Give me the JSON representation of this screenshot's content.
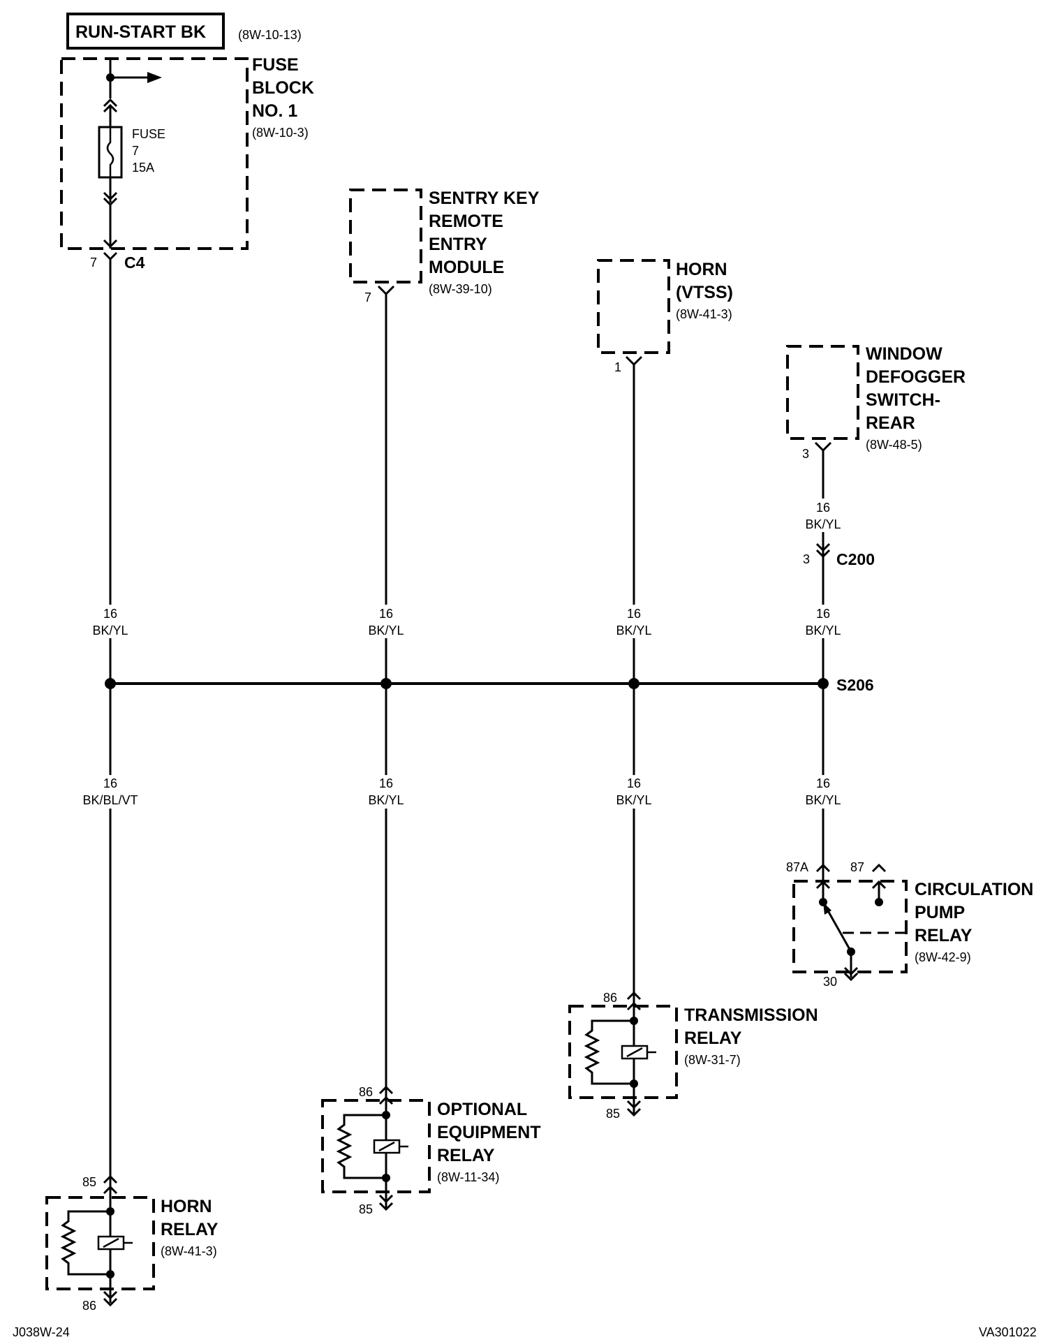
{
  "header": {
    "source_label": "RUN-START BK",
    "source_ref": "(8W-10-13)"
  },
  "fuse_block": {
    "title_lines": [
      "FUSE",
      "BLOCK",
      "NO. 1"
    ],
    "ref": "(8W-10-3)",
    "fuse_lines": [
      "FUSE",
      "7",
      "15A"
    ],
    "connector_pin": "7",
    "connector": "C4"
  },
  "sentry_module": {
    "title_lines": [
      "SENTRY KEY",
      "REMOTE",
      "ENTRY",
      "MODULE"
    ],
    "ref": "(8W-39-10)",
    "pin": "7"
  },
  "horn_vtss": {
    "title_lines": [
      "HORN",
      "(VTSS)"
    ],
    "ref": "(8W-41-3)",
    "pin": "1"
  },
  "defogger_switch": {
    "title_lines": [
      "WINDOW",
      "DEFOGGER",
      "SWITCH-",
      "REAR"
    ],
    "ref": "(8W-48-5)",
    "pin": "3"
  },
  "c200": {
    "pin": "3",
    "label": "C200"
  },
  "splice": {
    "label": "S206"
  },
  "wires": {
    "w1_upper": {
      "gauge": "16",
      "color": "BK/YL"
    },
    "w1_lower": {
      "gauge": "16",
      "color": "BK/BL/VT"
    },
    "w2_upper": {
      "gauge": "16",
      "color": "BK/YL"
    },
    "w2_lower": {
      "gauge": "16",
      "color": "BK/YL"
    },
    "w3_upper": {
      "gauge": "16",
      "color": "BK/YL"
    },
    "w3_lower": {
      "gauge": "16",
      "color": "BK/YL"
    },
    "w4_top": {
      "gauge": "16",
      "color": "BK/YL"
    },
    "w4_upper": {
      "gauge": "16",
      "color": "BK/YL"
    },
    "w4_lower": {
      "gauge": "16",
      "color": "BK/YL"
    }
  },
  "circulation_relay": {
    "title_lines": [
      "CIRCULATION",
      "PUMP",
      "RELAY"
    ],
    "ref": "(8W-42-9)",
    "pin_87a": "87A",
    "pin_87": "87",
    "pin_30": "30"
  },
  "transmission_relay": {
    "title_lines": [
      "TRANSMISSION",
      "RELAY"
    ],
    "ref": "(8W-31-7)",
    "pin_top": "86",
    "pin_bottom": "85"
  },
  "optional_relay": {
    "title_lines": [
      "OPTIONAL",
      "EQUIPMENT",
      "RELAY"
    ],
    "ref": "(8W-11-34)",
    "pin_top": "86",
    "pin_bottom": "85"
  },
  "horn_relay": {
    "title_lines": [
      "HORN",
      "RELAY"
    ],
    "ref": "(8W-41-3)",
    "pin_top": "85",
    "pin_bottom": "86"
  },
  "footer": {
    "left_code": "J038W-24",
    "right_code": "VA301022"
  }
}
